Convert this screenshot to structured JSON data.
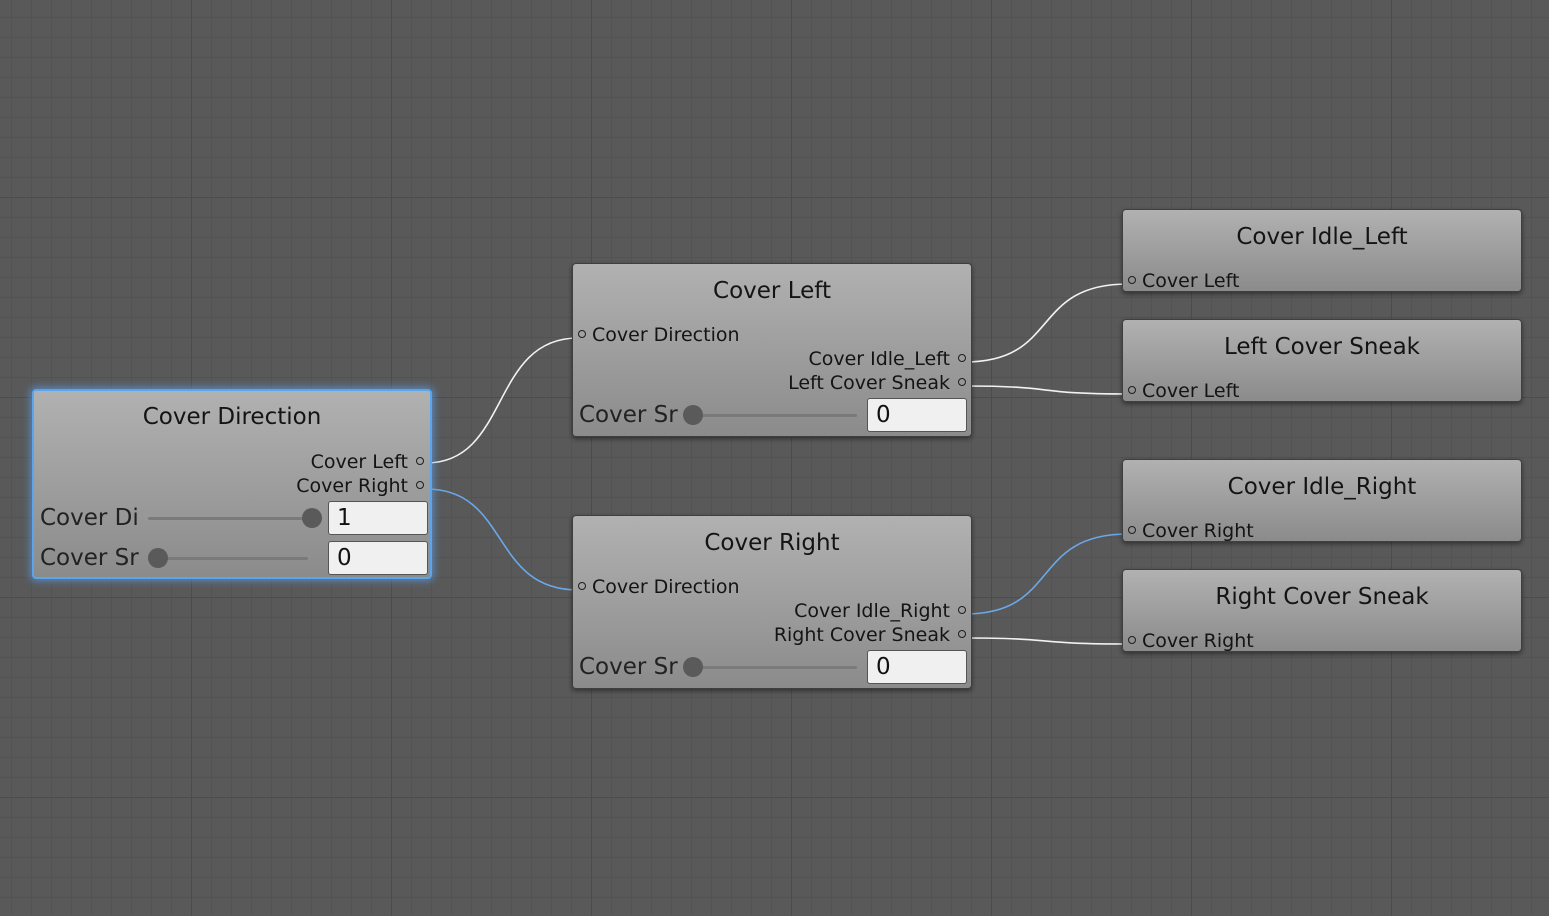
{
  "colors": {
    "canvas": "#595959",
    "wire_default": "#f2f2f2",
    "wire_selected": "#6aa8ea",
    "selection": "#57a6ee"
  },
  "nodes": {
    "cover_direction": {
      "title": "Cover Direction",
      "outputs": [
        "Cover Left",
        "Cover Right"
      ],
      "params": [
        {
          "label": "Cover Di",
          "value": "1",
          "slider_fraction": 1.0
        },
        {
          "label": "Cover Sr",
          "value": "0",
          "slider_fraction": 0.0
        }
      ]
    },
    "cover_left": {
      "title": "Cover Left",
      "inputs": [
        "Cover Direction"
      ],
      "outputs": [
        "Cover Idle_Left",
        "Left Cover Sneak"
      ],
      "params": [
        {
          "label": "Cover Sr",
          "value": "0",
          "slider_fraction": 0.0
        }
      ]
    },
    "cover_right": {
      "title": "Cover Right",
      "inputs": [
        "Cover Direction"
      ],
      "outputs": [
        "Cover Idle_Right",
        "Right Cover Sneak"
      ],
      "params": [
        {
          "label": "Cover Sr",
          "value": "0",
          "slider_fraction": 0.0
        }
      ]
    },
    "cover_idle_left": {
      "title": "Cover Idle_Left",
      "inputs": [
        "Cover Left"
      ]
    },
    "left_cover_sneak": {
      "title": "Left Cover Sneak",
      "inputs": [
        "Cover Left"
      ]
    },
    "cover_idle_right": {
      "title": "Cover Idle_Right",
      "inputs": [
        "Cover Right"
      ]
    },
    "right_cover_sneak": {
      "title": "Right Cover Sneak",
      "inputs": [
        "Cover Right"
      ]
    }
  }
}
